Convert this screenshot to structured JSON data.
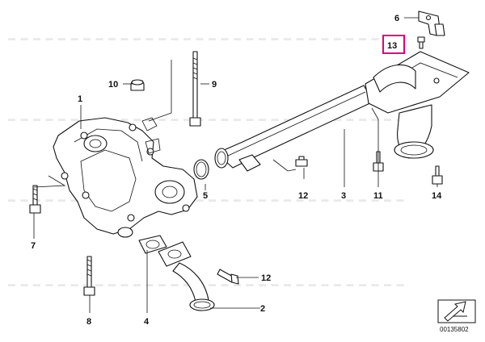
{
  "diagram": {
    "callouts": {
      "p1": "1",
      "p2": "2",
      "p3": "3",
      "p4": "4",
      "p5": "5",
      "p6": "6",
      "p7": "7",
      "p8": "8",
      "p9": "9",
      "p10": "10",
      "p11": "11",
      "p12a": "12",
      "p12b": "12",
      "p13": "13",
      "p14": "14"
    },
    "highlight_color": "#e0007a",
    "document_number": "00135802"
  }
}
